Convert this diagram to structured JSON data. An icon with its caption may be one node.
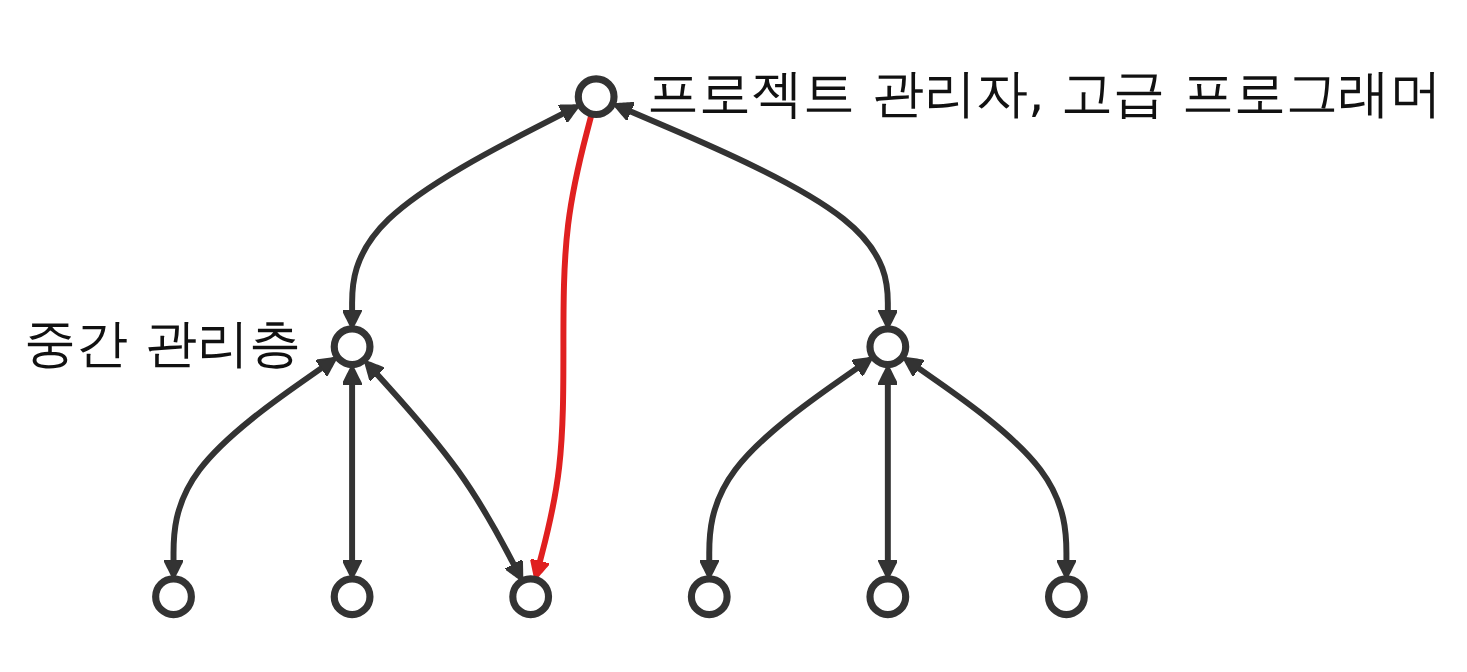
{
  "diagram": {
    "nodes": [
      {
        "text": [],
        "shape": "circle",
        "beside": [
          "프로젝트 관리자, 고급 프로그래머"
        ]
      },
      {
        "text": [],
        "shape": "circle",
        "beside": [
          "중간 관리층"
        ]
      },
      {
        "text": [],
        "shape": "circle"
      },
      {
        "text": [],
        "shape": "circle"
      },
      {
        "text": [],
        "shape": "circle"
      },
      {
        "text": [],
        "shape": "circle"
      },
      {
        "text": [],
        "shape": "circle"
      },
      {
        "text": [],
        "shape": "circle"
      },
      {
        "text": [],
        "shape": "circle"
      }
    ],
    "edges": [
      {
        "from": 0,
        "to": 1,
        "arrow": "both"
      },
      {
        "from": 0,
        "to": 2,
        "arrow": "both"
      },
      {
        "from": 1,
        "to": 3,
        "arrow": "both"
      },
      {
        "from": 1,
        "to": 4,
        "arrow": "both"
      },
      {
        "from": 1,
        "to": 5,
        "arrow": "both"
      },
      {
        "from": 2,
        "to": 6,
        "arrow": "both"
      },
      {
        "from": 2,
        "to": 7,
        "arrow": "both"
      },
      {
        "from": 2,
        "to": 8,
        "arrow": "both"
      },
      {
        "from": 0,
        "to": 5,
        "arrow": "to",
        "color": "#e02020"
      }
    ]
  }
}
